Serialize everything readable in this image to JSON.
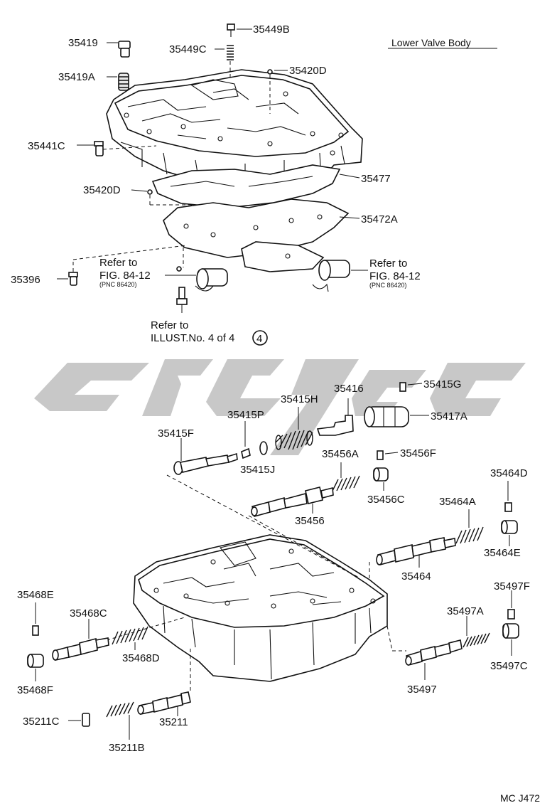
{
  "header": {
    "title": "Lower Valve Body"
  },
  "footer": {
    "code": "MC J472"
  },
  "refs": {
    "left": {
      "line1": "Refer to",
      "line2": "FIG. 84-12",
      "line3": "(PNC 86420)"
    },
    "right": {
      "line1": "Refer to",
      "line2": "FIG. 84-12",
      "line3": "(PNC 86420)"
    },
    "bottom": {
      "line1": "Refer to",
      "line2": "ILLUST.No. 4 of 4",
      "circle": "4"
    }
  },
  "parts": {
    "p35419": "35419",
    "p35419A": "35419A",
    "p35449B": "35449B",
    "p35449C": "35449C",
    "p35420D_top": "35420D",
    "p35441C": "35441C",
    "p35420D_mid": "35420D",
    "p35477": "35477",
    "p35472A": "35472A",
    "p35396": "35396",
    "p35415G": "35415G",
    "p35416": "35416",
    "p35415H": "35415H",
    "p35417A": "35417A",
    "p35415P": "35415P",
    "p35415F": "35415F",
    "p35415J": "35415J",
    "p35456A": "35456A",
    "p35456F": "35456F",
    "p35456C": "35456C",
    "p35456": "35456",
    "p35464D": "35464D",
    "p35464A": "35464A",
    "p35464E": "35464E",
    "p35464": "35464",
    "p35468E": "35468E",
    "p35468C": "35468C",
    "p35468D": "35468D",
    "p35468F": "35468F",
    "p35497F": "35497F",
    "p35497A": "35497A",
    "p35497C": "35497C",
    "p35497": "35497",
    "p35211C": "35211C",
    "p35211": "35211",
    "p35211B": "35211B"
  }
}
